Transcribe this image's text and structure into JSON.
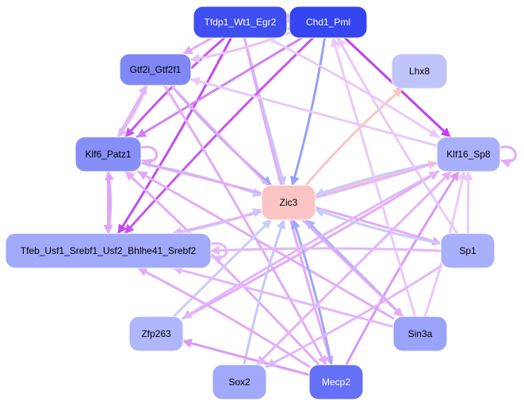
{
  "diagram": {
    "type": "directed-network",
    "colors": {
      "background": "#ffffff",
      "dark_text": "#000000",
      "light_text": "#ffffff"
    },
    "nodes": [
      {
        "id": "tfdp1",
        "label": "Tfdp1_Wt1_Egr2",
        "fill": "#3e4ef0",
        "text": "light"
      },
      {
        "id": "chd1",
        "label": "Chd1_Pml",
        "fill": "#3545f0",
        "text": "light"
      },
      {
        "id": "gtf2i",
        "label": "Gtf2i_Gtf2f1",
        "fill": "#7f88f5",
        "text": "dark"
      },
      {
        "id": "lhx8",
        "label": "Lhx8",
        "fill": "#c0c4fb",
        "text": "dark"
      },
      {
        "id": "klf6",
        "label": "Klf6_Patz1",
        "fill": "#858ff7",
        "text": "dark"
      },
      {
        "id": "klf16",
        "label": "Klf16_Sp8",
        "fill": "#a9b0fb",
        "text": "dark"
      },
      {
        "id": "zic3",
        "label": "Zic3",
        "fill": "#fbc4c4",
        "text": "dark"
      },
      {
        "id": "tfeb",
        "label": "Tfeb_Usf1_Srebf1_Usf2_Bhlhe41_Srebf2",
        "fill": "#a1a9fb",
        "text": "dark"
      },
      {
        "id": "sp1",
        "label": "Sp1",
        "fill": "#a9b0fb",
        "text": "dark"
      },
      {
        "id": "zfp263",
        "label": "Zfp263",
        "fill": "#afb6fb",
        "text": "dark"
      },
      {
        "id": "sin3a",
        "label": "Sin3a",
        "fill": "#9aa3fa",
        "text": "dark"
      },
      {
        "id": "sox2",
        "label": "Sox2",
        "fill": "#a1a9fb",
        "text": "dark"
      },
      {
        "id": "mecp2",
        "label": "Mecp2",
        "fill": "#6470f6",
        "text": "light"
      }
    ],
    "edges": [
      {
        "from": "tfdp1",
        "to": "tfdp1",
        "color": "#dd99f5"
      },
      {
        "from": "tfdp1",
        "to": "gtf2i",
        "color": "#e3aaf8"
      },
      {
        "from": "tfdp1",
        "to": "klf6",
        "color": "#c655f0"
      },
      {
        "from": "tfdp1",
        "to": "tfeb",
        "color": "#c04bf0"
      },
      {
        "from": "tfdp1",
        "to": "zic3",
        "color": "#c3c8fb"
      },
      {
        "from": "tfdp1",
        "to": "mecp2",
        "color": "#e3aaf8"
      },
      {
        "from": "chd1",
        "to": "gtf2i",
        "color": "#e8c0fa"
      },
      {
        "from": "chd1",
        "to": "klf6",
        "color": "#d080f3"
      },
      {
        "from": "chd1",
        "to": "tfeb",
        "color": "#c655f0"
      },
      {
        "from": "chd1",
        "to": "zic3",
        "color": "#95a0f8"
      },
      {
        "from": "chd1",
        "to": "klf16",
        "color": "#c040f0"
      },
      {
        "from": "chd1",
        "to": "tfdp1",
        "color": "#e3aaf8"
      },
      {
        "from": "gtf2i",
        "to": "klf6",
        "color": "#e3b6fa"
      },
      {
        "from": "klf6",
        "to": "gtf2i",
        "color": "#e3b6fa"
      },
      {
        "from": "gtf2i",
        "to": "zic3",
        "color": "#9ea8f8"
      },
      {
        "from": "gtf2i",
        "to": "mecp2",
        "color": "#e3aaf8"
      },
      {
        "from": "klf16",
        "to": "gtf2i",
        "color": "#ebc8fa"
      },
      {
        "from": "klf6",
        "to": "klf6",
        "color": "#e3aaf8"
      },
      {
        "from": "klf6",
        "to": "zic3",
        "color": "#c3c8fb"
      },
      {
        "from": "klf6",
        "to": "tfeb",
        "color": "#e0a4f8"
      },
      {
        "from": "tfeb",
        "to": "klf6",
        "color": "#e0a4f8"
      },
      {
        "from": "klf6",
        "to": "sp1",
        "color": "#e3aaf8"
      },
      {
        "from": "sin3a",
        "to": "klf6",
        "color": "#e3aaf8"
      },
      {
        "from": "mecp2",
        "to": "klf6",
        "color": "#e3aaf8"
      },
      {
        "from": "klf16",
        "to": "klf16",
        "color": "#e3aaf8"
      },
      {
        "from": "zic3",
        "to": "klf16",
        "color": "#fbc4c4"
      },
      {
        "from": "klf16",
        "to": "zic3",
        "color": "#c8ccfb"
      },
      {
        "from": "zic3",
        "to": "lhx8",
        "color": "#fbc4c4"
      },
      {
        "from": "sp1",
        "to": "klf16",
        "color": "#ebc8fa"
      },
      {
        "from": "sin3a",
        "to": "klf16",
        "color": "#ebc8fa"
      },
      {
        "from": "mecp2",
        "to": "klf16",
        "color": "#d999f5"
      },
      {
        "from": "sox2",
        "to": "klf16",
        "color": "#e3aaf8"
      },
      {
        "from": "zfp263",
        "to": "klf16",
        "color": "#e3aaf8"
      },
      {
        "from": "sp1",
        "to": "chd1",
        "color": "#ebc8fa"
      },
      {
        "from": "sin3a",
        "to": "chd1",
        "color": "#ebc8fa"
      },
      {
        "from": "tfeb",
        "to": "zic3",
        "color": "#c8ccfb"
      },
      {
        "from": "sp1",
        "to": "zic3",
        "color": "#c8ccfb"
      },
      {
        "from": "sin3a",
        "to": "zic3",
        "color": "#aab2fa"
      },
      {
        "from": "mecp2",
        "to": "zic3",
        "color": "#9ea8f8"
      },
      {
        "from": "sox2",
        "to": "zic3",
        "color": "#c3c8fb"
      },
      {
        "from": "zfp263",
        "to": "zic3",
        "color": "#c8ccfb"
      },
      {
        "from": "sp1",
        "to": "tfeb",
        "color": "#e3b6fa"
      },
      {
        "from": "klf16",
        "to": "tfeb",
        "color": "#e3b6fa"
      },
      {
        "from": "sin3a",
        "to": "tfeb",
        "color": "#e3b6fa"
      },
      {
        "from": "mecp2",
        "to": "tfeb",
        "color": "#e3aaf8"
      },
      {
        "from": "tfeb",
        "to": "tfeb",
        "color": "#e3b6fa"
      },
      {
        "from": "mecp2",
        "to": "zfp263",
        "color": "#dd99f5"
      },
      {
        "from": "klf16",
        "to": "zfp263",
        "color": "#e3b6fa"
      },
      {
        "from": "sp1",
        "to": "sox2",
        "color": "#e3b6fa"
      },
      {
        "from": "klf16",
        "to": "sox2",
        "color": "#e3b6fa"
      },
      {
        "from": "gtf2i",
        "to": "sin3a",
        "color": "#e3aaf8"
      },
      {
        "from": "tfdp1",
        "to": "klf16",
        "color": "#ebc8fa"
      }
    ]
  }
}
